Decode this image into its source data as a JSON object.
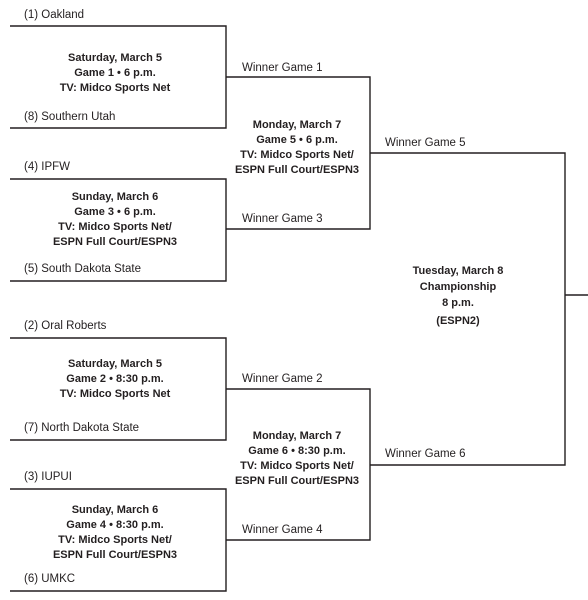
{
  "teams": {
    "t1": "(1) Oakland",
    "t8": "(8) Southern Utah",
    "t4": "(4) IPFW",
    "t5": "(5) South Dakota State",
    "t2": "(2) Oral Roberts",
    "t7": "(7) North Dakota State",
    "t3": "(3) IUPUI",
    "t6": "(6) UMKC"
  },
  "games": {
    "g1": [
      "Saturday, March 5",
      "Game 1 • 6 p.m.",
      "TV: Midco Sports Net"
    ],
    "g3": [
      "Sunday, March 6",
      "Game 3 • 6 p.m.",
      "TV: Midco Sports Net/",
      "ESPN Full Court/ESPN3"
    ],
    "g2": [
      "Saturday, March 5",
      "Game 2 • 8:30 p.m.",
      "TV: Midco Sports Net"
    ],
    "g4": [
      "Sunday, March 6",
      "Game 4 • 8:30 p.m.",
      "TV: Midco Sports Net/",
      "ESPN Full Court/ESPN3"
    ],
    "g5": [
      "Monday, March 7",
      "Game 5 • 6 p.m.",
      "TV: Midco Sports Net/",
      "ESPN Full Court/ESPN3"
    ],
    "g6": [
      "Monday, March 7",
      "Game 6 • 8:30 p.m.",
      "TV: Midco Sports Net/",
      "ESPN Full Court/ESPN3"
    ],
    "championship": [
      "Tuesday, March 8",
      "Championship",
      "8 p.m.",
      "(ESPN2)"
    ]
  },
  "winners": {
    "w1": "Winner Game 1",
    "w3": "Winner Game 3",
    "w2": "Winner Game 2",
    "w4": "Winner Game 4",
    "w5": "Winner Game 5",
    "w6": "Winner Game 6"
  }
}
